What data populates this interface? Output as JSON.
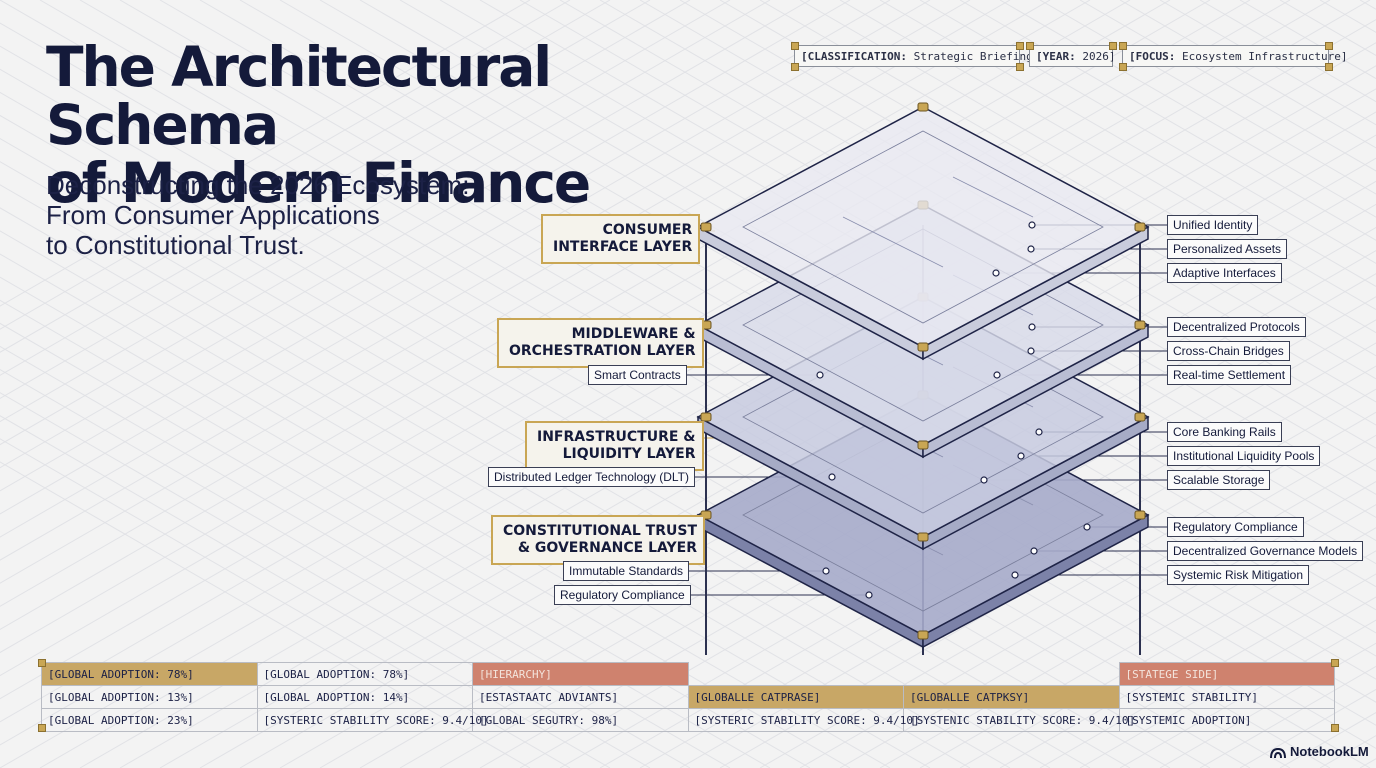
{
  "header": {
    "title_line1": "The Architectural Schema",
    "title_line2": "of Modern Finance",
    "subtitle_line1": "Deconstructing the 2026 Ecosystem:",
    "subtitle_line2": "From Consumer Applications",
    "subtitle_line3": "to Constitutional Trust."
  },
  "meta_tags": [
    {
      "key": "[CLASSIFICATION:",
      "value": "Strategic Briefing]"
    },
    {
      "key": "[YEAR:",
      "value": "2026]"
    },
    {
      "key": "[FOCUS:",
      "value": "Ecosystem Infrastructure]"
    }
  ],
  "layers": [
    {
      "line1": "CONSUMER",
      "line2": "INTERFACE LAYER",
      "left_callouts": [],
      "right_callouts": [
        "Unified Identity",
        "Personalized Assets",
        "Adaptive Interfaces"
      ]
    },
    {
      "line1": "MIDDLEWARE &",
      "line2": "ORCHESTRATION LAYER",
      "left_callouts": [
        "Smart Contracts"
      ],
      "right_callouts": [
        "Decentralized Protocols",
        "Cross-Chain Bridges",
        "Real-time Settlement"
      ]
    },
    {
      "line1": "INFRASTRUCTURE &",
      "line2": "LIQUIDITY LAYER",
      "left_callouts": [
        "Distributed Ledger Technology (DLT)"
      ],
      "right_callouts": [
        "Core Banking Rails",
        "Institutional Liquidity Pools",
        "Scalable Storage"
      ]
    },
    {
      "line1": "CONSTITUTIONAL TRUST",
      "line2": "& GOVERNANCE LAYER",
      "left_callouts": [
        "Immutable Standards",
        "Regulatory Compliance"
      ],
      "right_callouts": [
        "Regulatory Compliance",
        "Decentralized Governance Models",
        "Systemic Risk Mitigation"
      ]
    }
  ],
  "footer_table": {
    "rows": [
      [
        "[GLOBAL ADOPTION: 78%]",
        "[GLOBAL ADOPTION: 78%]",
        "[HIERARCHY]",
        "",
        "",
        "[STATEGE SIDE]"
      ],
      [
        "[GLOBAL ADOPTION: 13%]",
        "[GLOBAL ADOPTION: 14%]",
        "[ESTASTAATC ADVIANTS]",
        "[GLOBALLE CATPRASE]",
        "[GLOBALLE CATPKSY]",
        "[SYSTEMIC STABILITY]"
      ],
      [
        "[GLOBAL ADOPTION: 23%]",
        "[SYSTERIC STABILITY SCORE: 9.4/10]",
        "[GLOBAL SEGUTRY: 98%]",
        "[SYSTERIC STABILITY SCORE: 9.4/10]",
        "[SYSTENIC STABILITY SCORE: 9.4/10]",
        "[SYSTEMIC ADOPTION]"
      ]
    ]
  },
  "brand": {
    "name": "NotebookLM"
  },
  "colors": {
    "navy": "#141a3a",
    "gold": "#c9a654",
    "cell_gold": "#c8a766",
    "cell_salmon": "#cf826e",
    "background": "#f3f3f3"
  }
}
